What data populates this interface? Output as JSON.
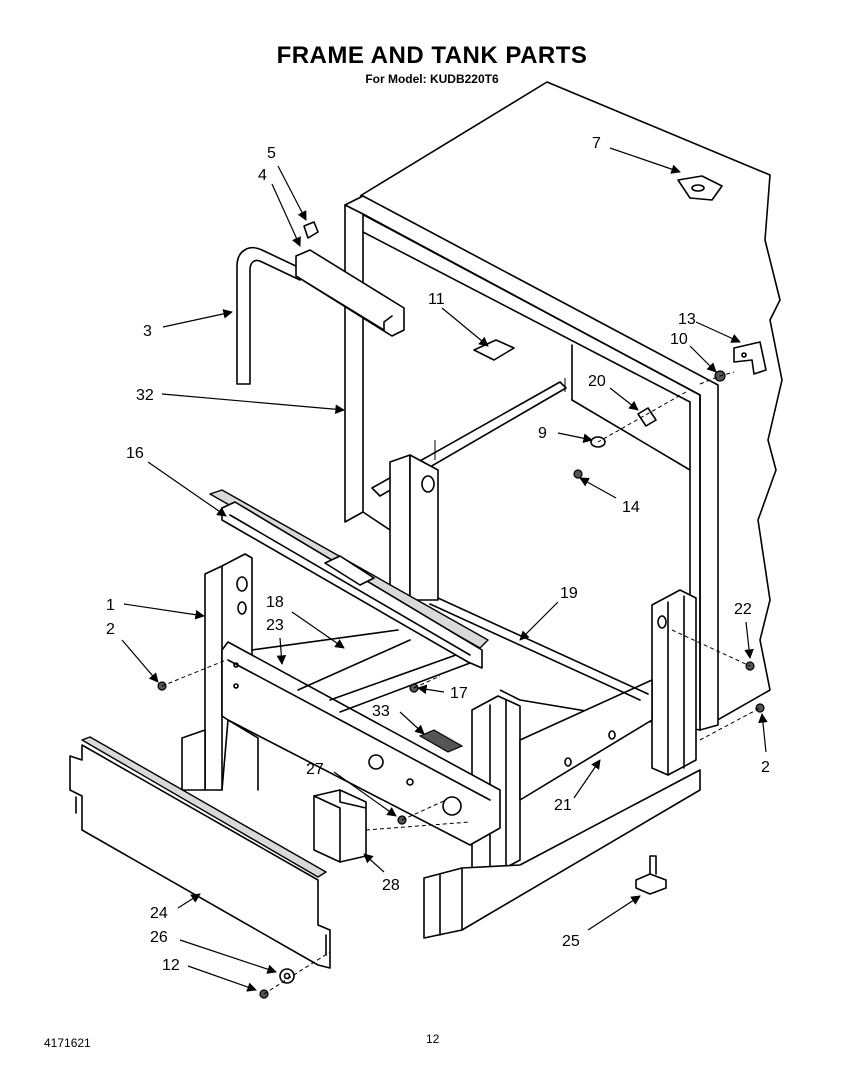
{
  "header": {
    "title": "FRAME AND TANK PARTS",
    "subtitle": "For Model: KUDB220T6"
  },
  "footer": {
    "doc_number": "4171621",
    "page_number": "12"
  },
  "callouts": {
    "c1": "1",
    "c2a": "2",
    "c2b": "2",
    "c3": "3",
    "c4": "4",
    "c5": "5",
    "c7": "7",
    "c9": "9",
    "c10": "10",
    "c11": "11",
    "c12": "12",
    "c13": "13",
    "c14": "14",
    "c16": "16",
    "c17": "17",
    "c18": "18",
    "c19": "19",
    "c20": "20",
    "c21": "21",
    "c22": "22",
    "c23": "23",
    "c24": "24",
    "c25": "25",
    "c26": "26",
    "c27": "27",
    "c28": "28",
    "c32": "32",
    "c33": "33"
  }
}
